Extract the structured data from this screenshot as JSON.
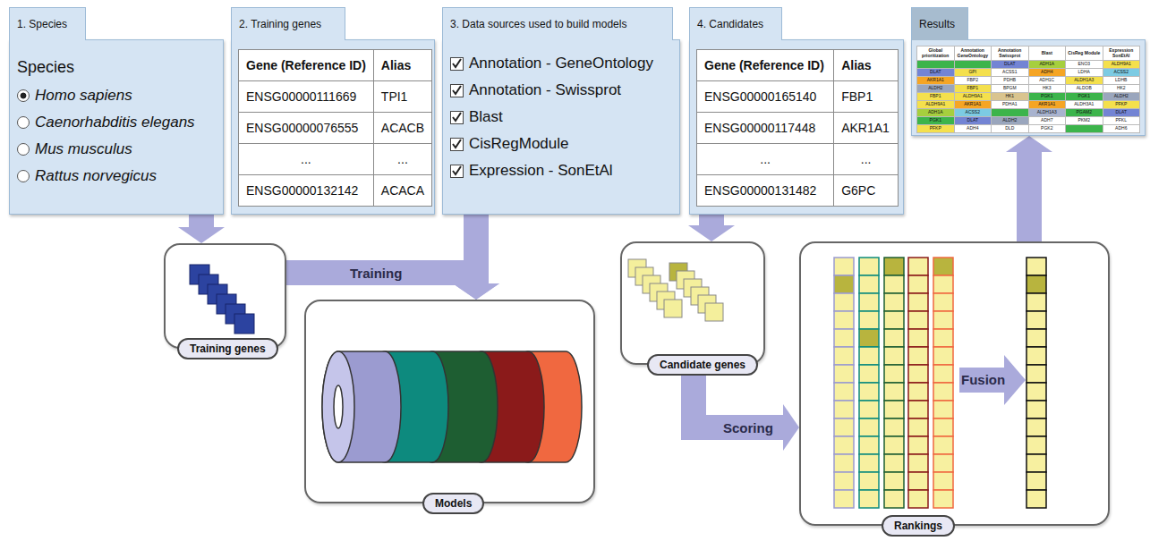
{
  "diagram": {
    "nodes": [
      {
        "text": [
          "1. Species",
          "Species",
          "Homo sapiens",
          "Caenorhabditis elegans",
          "Mus musculus",
          "Rattus norvegicus"
        ]
      },
      {
        "text": [
          "2. Training genes",
          "Gene (Reference ID)",
          "Alias",
          "ENSG00000111669",
          "TPI1",
          "ENSG00000076555",
          "ACACB",
          "...",
          "...",
          "ENSG00000132142",
          "ACACA"
        ]
      },
      {
        "text": [
          "3. Data sources used to build models",
          "Annotation - GeneOntology",
          "Annotation - Swissprot",
          "Blast",
          "CisRegModule",
          "Expression - SonEtAl"
        ]
      },
      {
        "text": [
          "4. Candidates",
          "Gene (Reference ID)",
          "Alias",
          "ENSG00000165140",
          "FBP1",
          "ENSG00000117448",
          "AKR1A1",
          "...",
          "...",
          "ENSG00000131482",
          "G6PC"
        ]
      },
      {
        "text": [
          "Results",
          "Global prioritization",
          "Annotation GeneOntology",
          "Annotation Swissprot",
          "Blast",
          "CisReg Module",
          "Expression SonEtAl",
          "DLAT",
          "ADH1A",
          "ENO3",
          "ALDH9A1",
          "DLAT",
          "GPI",
          "ACSS1",
          "ADH4",
          "LDHA",
          "ACSS2",
          "AKR1A1",
          "FBP2",
          "PDHB",
          "ADH1C",
          "ALDH1A3",
          "LDHB",
          "ALDH2",
          "FBP1",
          "BPGM",
          "HK3",
          "ALDOB",
          "HK2",
          "FBP1",
          "ALDH9A1",
          "HK1",
          "PGK1",
          "PGK1",
          "ALDH2",
          "ALDH9A1",
          "AKR1A1",
          "PDHA1",
          "AKR1A1",
          "ALDH3A1",
          "PFKP",
          "ADH1A",
          "ACSS2",
          "ALDH1A3",
          "PGAM2",
          "DLAT",
          "PGK1",
          "DLAT",
          "ALDH2",
          "ADH7",
          "PKM2",
          "PFKL",
          "PFKP",
          "ADH4",
          "DLD",
          "PGK2",
          "ADH6"
        ]
      },
      {
        "text": [
          "Training genes"
        ]
      },
      {
        "text": [
          "Models"
        ]
      },
      {
        "text": [
          "Candidate genes"
        ]
      },
      {
        "text": [
          "Rankings"
        ]
      }
    ],
    "edges": [
      {
        "from": 0,
        "to": 5,
        "arrow": "to"
      },
      {
        "from": 5,
        "to": 6,
        "arrow": "to",
        "label": "Training"
      },
      {
        "from": 2,
        "to": 6,
        "arrow": "to"
      },
      {
        "from": 3,
        "to": 7,
        "arrow": "to"
      },
      {
        "from": 7,
        "to": 8,
        "arrow": "to",
        "label": "Scoring"
      },
      {
        "from": 8,
        "to": 4,
        "arrow": "to"
      }
    ],
    "labels": [
      "Fusion"
    ]
  }
}
